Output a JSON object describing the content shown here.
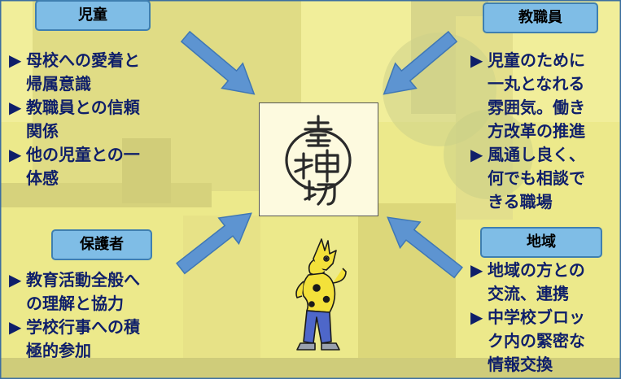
{
  "colors": {
    "background": "#ece98b",
    "text": "#0f1f6a",
    "label_fill": "#7fbde6",
    "label_border": "#3f7fb0",
    "arrow": "#5d94d1"
  },
  "bullet_marker": "▶",
  "seal_icon": "stamp-seal-icon",
  "mascot_icon": "yellow-dragon-mascot-icon",
  "groups": {
    "children": {
      "label": "児童",
      "items": [
        [
          "母校への愛着と",
          "帰属意識"
        ],
        [
          "教職員との信頼",
          "関係"
        ],
        [
          "他の児童との一",
          "体感"
        ]
      ]
    },
    "staff": {
      "label": "教職員",
      "items": [
        [
          "児童のために",
          "一丸となれる",
          "雰囲気。働き",
          "方改革の推進"
        ],
        [
          "風通し良く、",
          "何でも相談で",
          "きる職場"
        ]
      ]
    },
    "parents": {
      "label": "保護者",
      "items": [
        [
          "教育活動全般へ",
          "の理解と協力"
        ],
        [
          "学校行事への積",
          "極的参加"
        ]
      ]
    },
    "community": {
      "label": "地域",
      "items": [
        [
          "地域の方との",
          "交流、連携"
        ],
        [
          "中学校ブロッ",
          "ク内の緊密な",
          "情報交換"
        ]
      ]
    }
  }
}
